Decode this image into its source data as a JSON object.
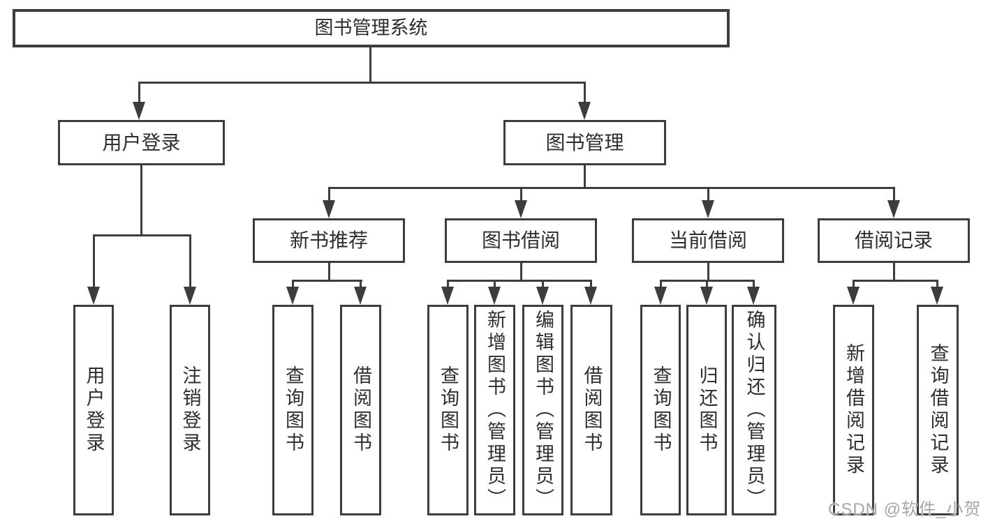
{
  "diagram": {
    "title": "图书管理系统",
    "root": {
      "label": "图书管理系统"
    },
    "level2": [
      {
        "label": "用户登录"
      },
      {
        "label": "图书管理"
      }
    ],
    "level3": [
      {
        "label": "新书推荐"
      },
      {
        "label": "图书借阅"
      },
      {
        "label": "当前借阅"
      },
      {
        "label": "借阅记录"
      }
    ],
    "leaves": {
      "user_login": [
        "用户登录",
        "注销登录"
      ],
      "new_book_recommend": [
        "查询图书",
        "借阅图书"
      ],
      "book_borrow": [
        "查询图书",
        "新增图书（管理员）",
        "编辑图书（管理员）",
        "借阅图书"
      ],
      "current_borrow": [
        "查询图书",
        "归还图书",
        "确认归还（管理员）"
      ],
      "borrow_records": [
        "新增借阅记录",
        "查询借阅记录"
      ]
    },
    "colors": {
      "line": "#3d3d3d",
      "text": "#2e2e2e",
      "background": "#ffffff",
      "watermark": "#a6a6a6"
    },
    "watermark": {
      "text": "CSDN @软件_小贺同学"
    }
  }
}
